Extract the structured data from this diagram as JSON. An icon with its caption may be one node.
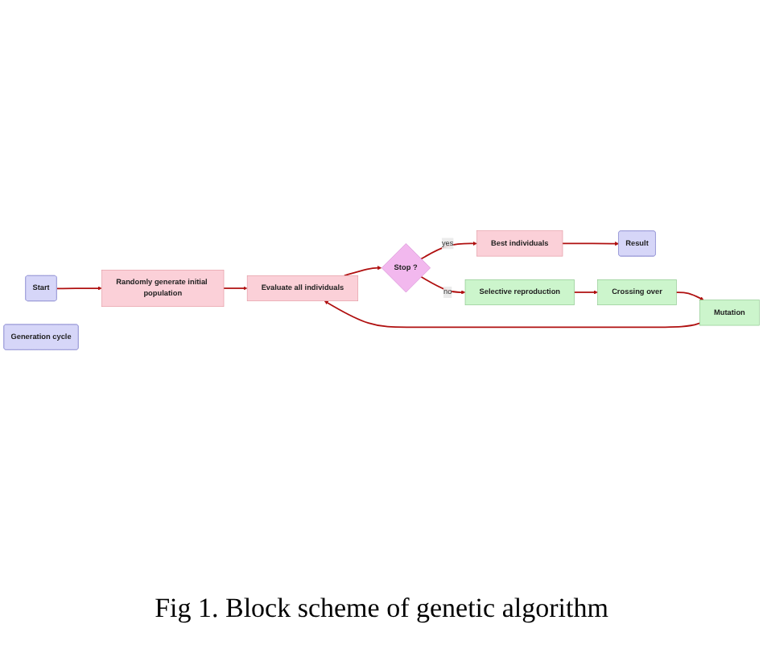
{
  "diagram": {
    "caption": "Fig 1. Block scheme of genetic algorithm",
    "nodes": [
      {
        "text": [
          "Randomly generate initial population"
        ]
      },
      {
        "text": [
          "Evaluate all individuals"
        ]
      },
      {
        "text": [
          "Stop ?"
        ]
      },
      {
        "text": [
          "Best individuals"
        ]
      },
      {
        "text": [
          "Start"
        ]
      },
      {
        "text": [
          "Result"
        ]
      },
      {
        "text": [
          "Selective reproduction"
        ]
      },
      {
        "text": [
          "Crossing over"
        ]
      },
      {
        "text": [
          "Mutation"
        ]
      },
      {
        "text": [
          "Generation cycle"
        ]
      }
    ],
    "edges": [
      {
        "from": 4,
        "to": 0,
        "arrow": "to"
      },
      {
        "from": 0,
        "to": 1,
        "arrow": "to"
      },
      {
        "from": 1,
        "to": 2,
        "arrow": "to"
      },
      {
        "from": 2,
        "to": 3,
        "arrow": "to",
        "label": "yes"
      },
      {
        "from": 3,
        "to": 5,
        "arrow": "to"
      },
      {
        "from": 2,
        "to": 6,
        "arrow": "to",
        "label": "no"
      },
      {
        "from": 6,
        "to": 7,
        "arrow": "to"
      },
      {
        "from": 7,
        "to": 8,
        "arrow": "to"
      },
      {
        "from": 8,
        "to": 1,
        "arrow": "to"
      }
    ]
  }
}
